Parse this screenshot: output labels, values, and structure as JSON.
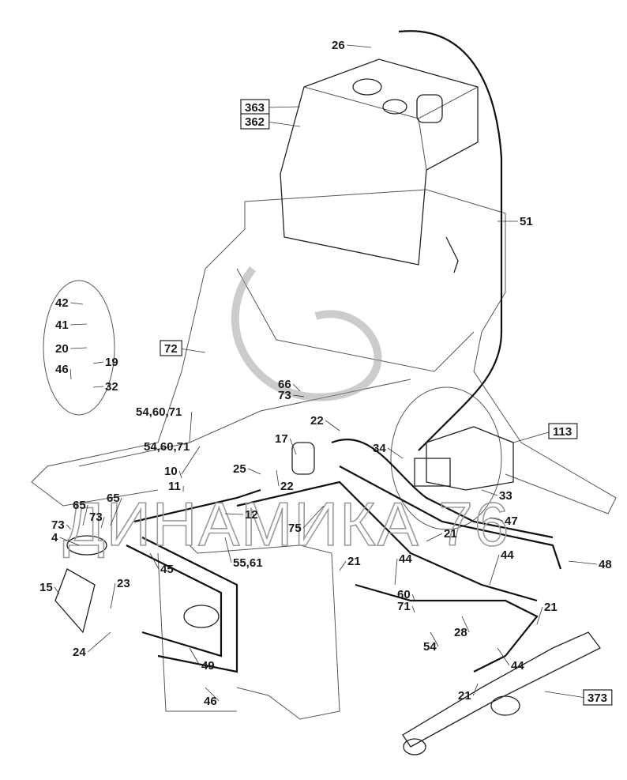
{
  "labels": [
    "26",
    "363",
    "362",
    "51",
    "72",
    "42",
    "41",
    "20",
    "19",
    "46",
    "32",
    "66",
    "73",
    "54,60,71",
    "22",
    "17",
    "54,60,71",
    "10",
    "11",
    "25",
    "22",
    "65",
    "65",
    "73",
    "73",
    "4",
    "12",
    "75",
    "34",
    "113",
    "33",
    "47",
    "21",
    "48",
    "15",
    "23",
    "45",
    "55,61",
    "21",
    "44",
    "44",
    "60",
    "71",
    "54",
    "28",
    "21",
    "24",
    "49",
    "46",
    "44",
    "21",
    "373"
  ],
  "boxed_labels": [
    "363",
    "362",
    "72",
    "113",
    "373"
  ],
  "watermark": "ДИНАМИКА 76",
  "colors": {
    "line": "#222222",
    "watermark": "#9a9a9a"
  }
}
